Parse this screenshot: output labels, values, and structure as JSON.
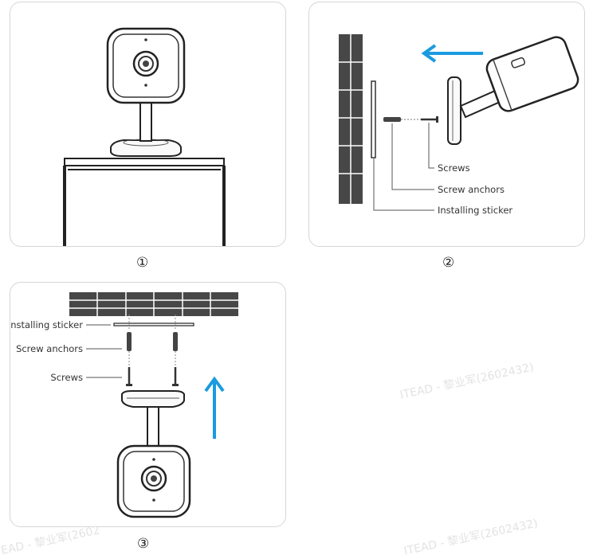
{
  "steps": {
    "step1_number": "①",
    "step2_number": "②",
    "step3_number": "③"
  },
  "step2": {
    "label_screws": "Screws",
    "label_anchors": "Screw anchors",
    "label_sticker": "Installing sticker"
  },
  "step3": {
    "label_sticker": "Installing sticker",
    "label_anchors": "Screw anchors",
    "label_screws": "Screws"
  },
  "watermark": {
    "text_full": "ITEAD - 黎业军(2602432)",
    "text_partial": "EAD - 黎业军(2602"
  },
  "colors": {
    "arrow": "#1a9be0",
    "wall": "#444444",
    "outline": "#222222"
  }
}
